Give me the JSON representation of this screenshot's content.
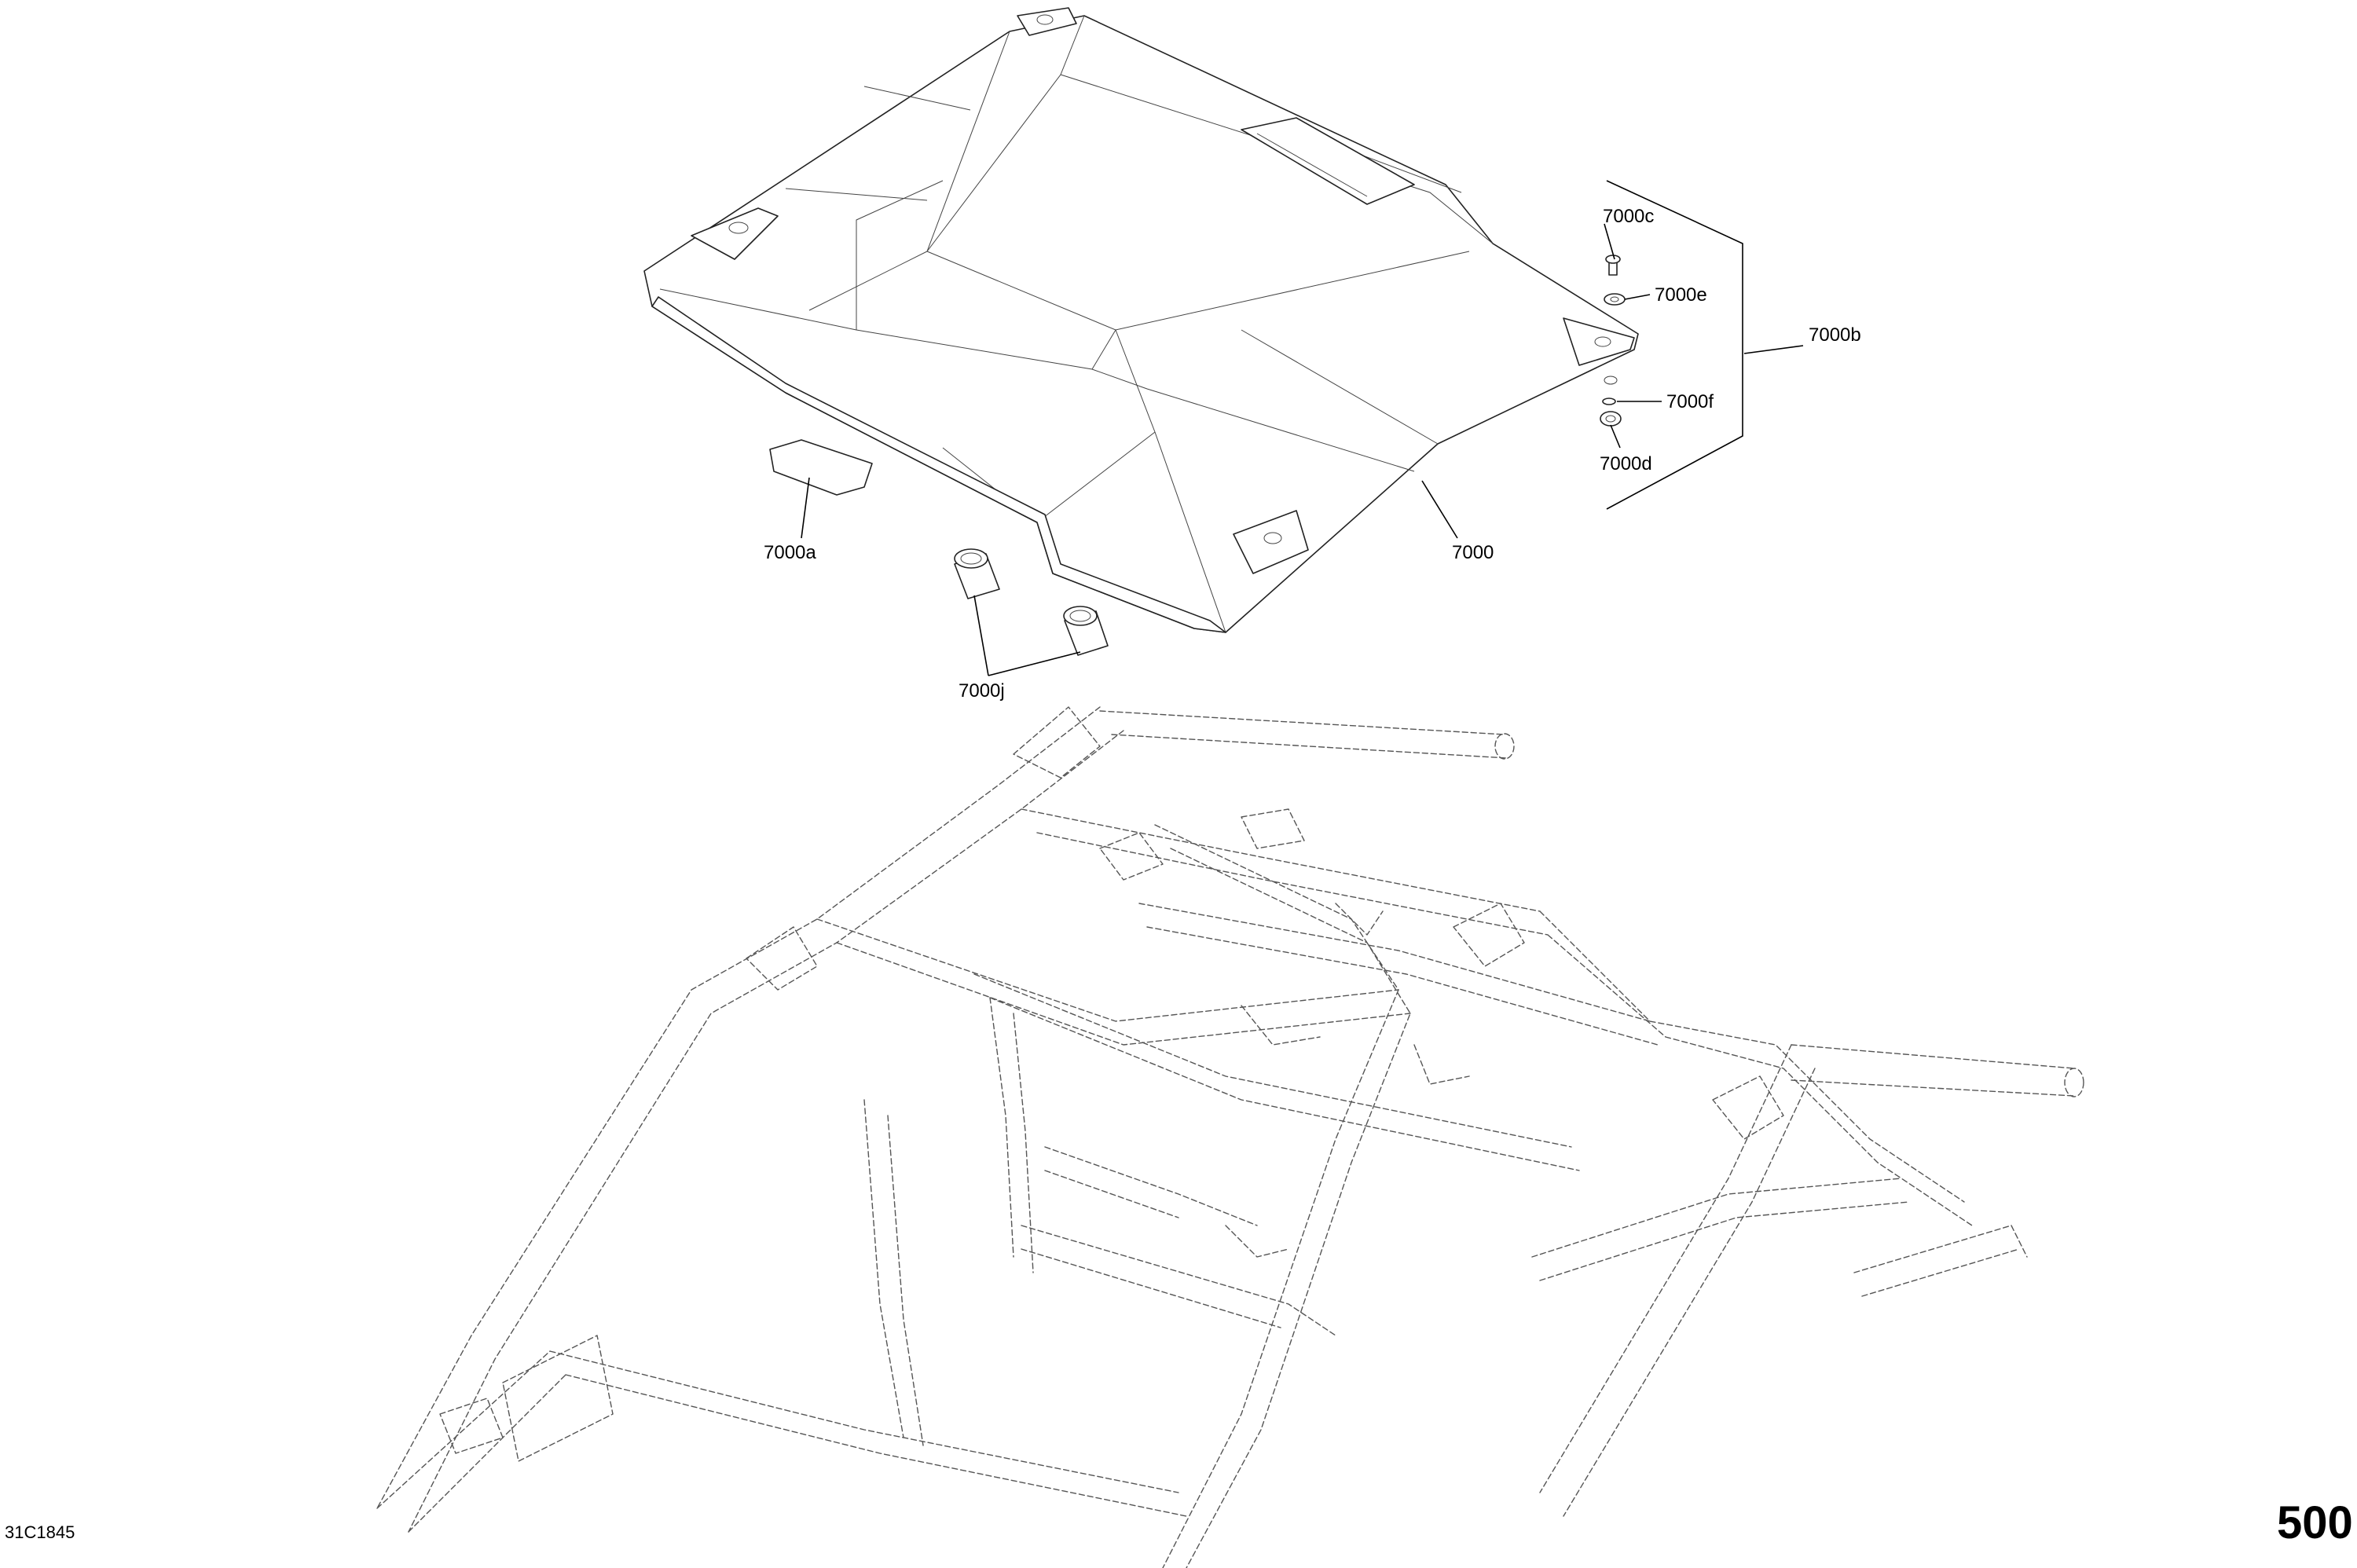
{
  "callouts": {
    "c7000c": "7000c",
    "c7000e": "7000e",
    "c7000b": "7000b",
    "c7000f": "7000f",
    "c7000d": "7000d",
    "c7000a": "7000a",
    "c7000": "7000",
    "c7000j": "7000j"
  },
  "footer": {
    "reference": "31C1845",
    "page_number": "500"
  }
}
